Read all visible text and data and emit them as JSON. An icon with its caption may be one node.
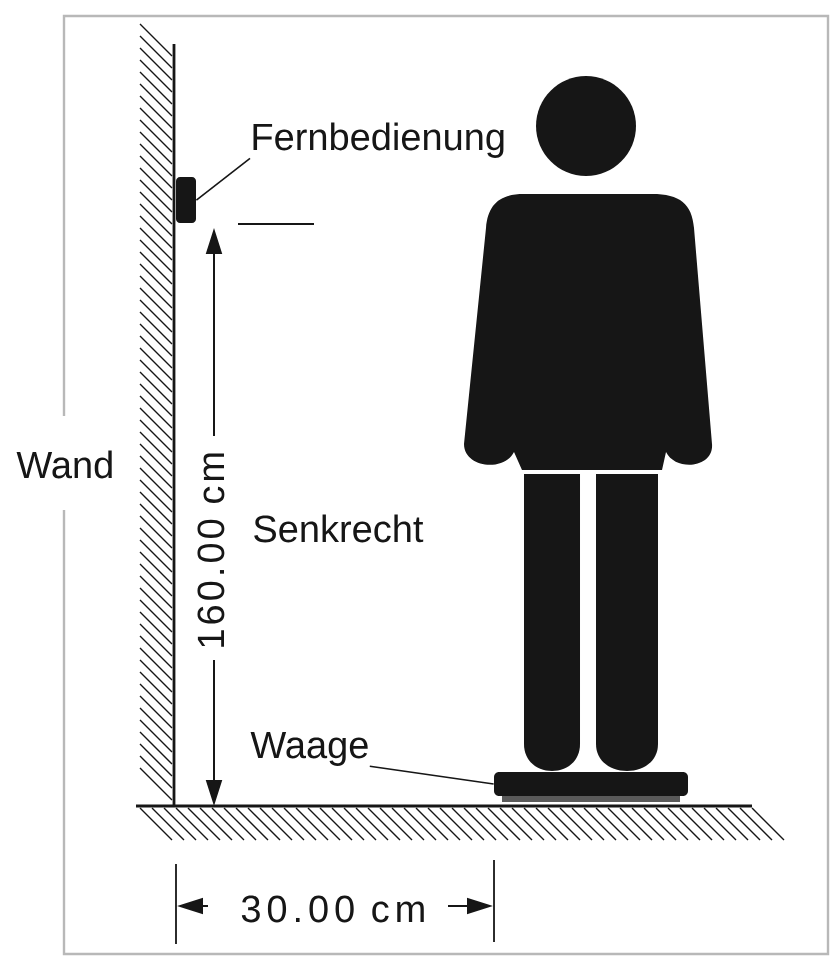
{
  "diagram": {
    "nodes": [
      {
        "text": [
          "Fernbedienung"
        ]
      },
      {
        "text": [],
        "shape": "box"
      },
      {
        "text": [
          "Waage"
        ]
      },
      {
        "text": [],
        "shape": "bar"
      }
    ],
    "edges": [
      {
        "from": 0,
        "to": 1,
        "arrow": "none"
      },
      {
        "from": 2,
        "to": 3,
        "arrow": "none"
      }
    ],
    "labels": [
      "Wand",
      "160.00 cm",
      "Senkrecht",
      "30.00 cm"
    ]
  }
}
